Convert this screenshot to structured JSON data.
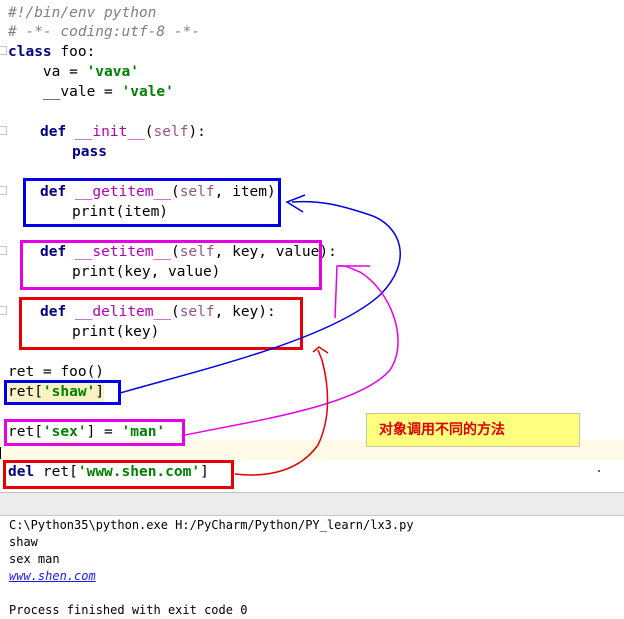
{
  "editor": {
    "lines": {
      "shebang": "#!/bin/env python",
      "coding": "# -*- coding:utf-8 -*-",
      "class_kw": "class",
      "class_name": " foo:",
      "va_name": "    va = ",
      "va_value": "'vava'",
      "vale_name": "    __vale = ",
      "vale_value": "'vale'",
      "def_kw": "def",
      "init_name": "__init__",
      "init_open": "(",
      "self_text": "self",
      "init_close": "):",
      "pass_kw": "pass",
      "getitem_name": "__getitem__",
      "getitem_args": ", item):",
      "getitem_body": "print(item)",
      "setitem_name": "__setitem__",
      "setitem_args": ", key, value):",
      "setitem_body": "print(key, value)",
      "delitem_name": "__delitem__",
      "delitem_args": ", key):",
      "delitem_body": "print(key)",
      "ret_assign": "ret = foo()",
      "ret_get_open": "ret[",
      "ret_get_key": "'shaw'",
      "ret_get_close": "]",
      "ret_set_open": "ret[",
      "ret_set_key": "'sex'",
      "ret_set_mid": "] = ",
      "ret_set_val": "'man'",
      "del_kw": "del",
      "del_open": " ret[",
      "del_key": "'www.shen.com'",
      "del_close": "]"
    }
  },
  "annotation": {
    "note": "对象调用不同的方法",
    "colors": {
      "getitem": "#0000e6",
      "setitem": "#e600e6",
      "delitem": "#e60000"
    }
  },
  "console": {
    "command": "C:\\Python35\\python.exe H:/PyCharm/Python/PY_learn/lx3.py",
    "out1": "shaw",
    "out2": "sex man",
    "out3": "www.shen.com",
    "finish": "Process finished with exit code 0"
  }
}
